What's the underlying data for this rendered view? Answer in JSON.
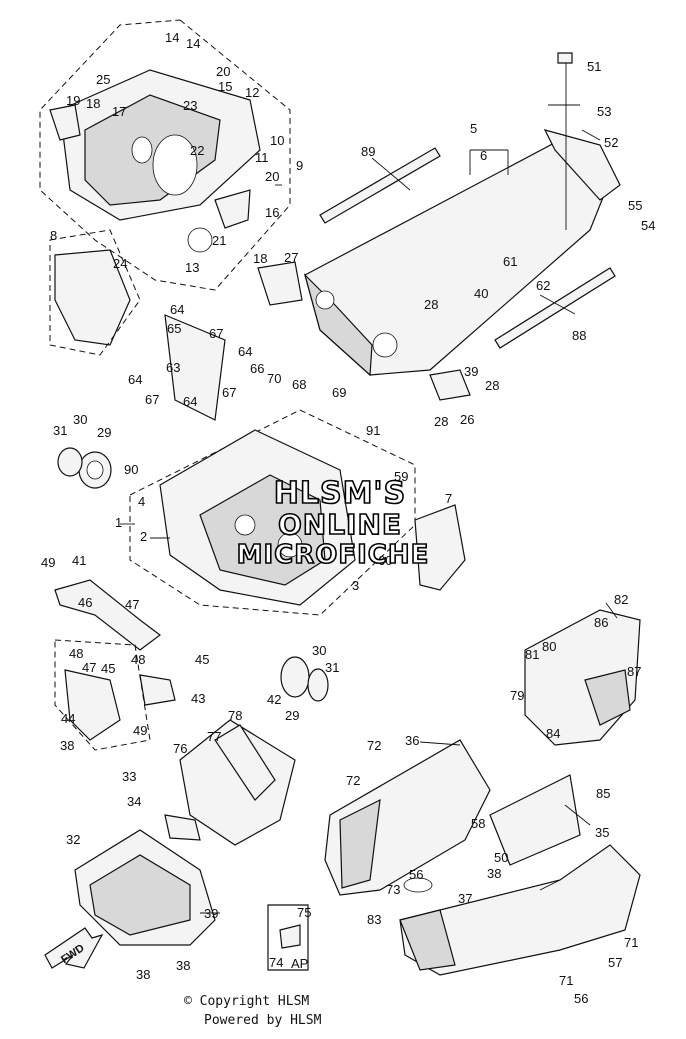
{
  "watermark": {
    "line1": "HLSM'S",
    "line2": "ONLINE",
    "line3": "MICROFICHE"
  },
  "footer": {
    "copyright": "© Copyright HLSM",
    "powered": "Powered by HLSM"
  },
  "direction_arrow": {
    "label": "FWD"
  },
  "ap_box": {
    "label": "AP"
  },
  "callouts": [
    {
      "n": "1"
    },
    {
      "n": "2"
    },
    {
      "n": "3"
    },
    {
      "n": "4"
    },
    {
      "n": "5"
    },
    {
      "n": "6"
    },
    {
      "n": "7"
    },
    {
      "n": "8"
    },
    {
      "n": "9"
    },
    {
      "n": "10"
    },
    {
      "n": "11"
    },
    {
      "n": "12"
    },
    {
      "n": "13"
    },
    {
      "n": "14"
    },
    {
      "n": "14"
    },
    {
      "n": "15"
    },
    {
      "n": "16"
    },
    {
      "n": "17"
    },
    {
      "n": "18"
    },
    {
      "n": "18"
    },
    {
      "n": "19"
    },
    {
      "n": "20"
    },
    {
      "n": "20"
    },
    {
      "n": "21"
    },
    {
      "n": "22"
    },
    {
      "n": "23"
    },
    {
      "n": "24"
    },
    {
      "n": "25"
    },
    {
      "n": "26"
    },
    {
      "n": "27"
    },
    {
      "n": "28"
    },
    {
      "n": "28"
    },
    {
      "n": "28"
    },
    {
      "n": "29"
    },
    {
      "n": "29"
    },
    {
      "n": "30"
    },
    {
      "n": "30"
    },
    {
      "n": "31"
    },
    {
      "n": "31"
    },
    {
      "n": "32"
    },
    {
      "n": "33"
    },
    {
      "n": "34"
    },
    {
      "n": "35"
    },
    {
      "n": "36"
    },
    {
      "n": "37"
    },
    {
      "n": "38"
    },
    {
      "n": "38"
    },
    {
      "n": "38"
    },
    {
      "n": "38"
    },
    {
      "n": "39"
    },
    {
      "n": "39"
    },
    {
      "n": "40"
    },
    {
      "n": "41"
    },
    {
      "n": "42"
    },
    {
      "n": "43"
    },
    {
      "n": "44"
    },
    {
      "n": "45"
    },
    {
      "n": "45"
    },
    {
      "n": "46"
    },
    {
      "n": "47"
    },
    {
      "n": "47"
    },
    {
      "n": "48"
    },
    {
      "n": "48"
    },
    {
      "n": "49"
    },
    {
      "n": "49"
    },
    {
      "n": "50"
    },
    {
      "n": "51"
    },
    {
      "n": "52"
    },
    {
      "n": "53"
    },
    {
      "n": "54"
    },
    {
      "n": "55"
    },
    {
      "n": "56"
    },
    {
      "n": "56"
    },
    {
      "n": "57"
    },
    {
      "n": "58"
    },
    {
      "n": "59"
    },
    {
      "n": "60"
    },
    {
      "n": "61"
    },
    {
      "n": "62"
    },
    {
      "n": "63"
    },
    {
      "n": "64"
    },
    {
      "n": "64"
    },
    {
      "n": "64"
    },
    {
      "n": "64"
    },
    {
      "n": "65"
    },
    {
      "n": "66"
    },
    {
      "n": "67"
    },
    {
      "n": "67"
    },
    {
      "n": "67"
    },
    {
      "n": "68"
    },
    {
      "n": "69"
    },
    {
      "n": "70"
    },
    {
      "n": "71"
    },
    {
      "n": "71"
    },
    {
      "n": "72"
    },
    {
      "n": "72"
    },
    {
      "n": "73"
    },
    {
      "n": "74"
    },
    {
      "n": "75"
    },
    {
      "n": "76"
    },
    {
      "n": "77"
    },
    {
      "n": "78"
    },
    {
      "n": "79"
    },
    {
      "n": "80"
    },
    {
      "n": "81"
    },
    {
      "n": "82"
    },
    {
      "n": "83"
    },
    {
      "n": "84"
    },
    {
      "n": "85"
    },
    {
      "n": "86"
    },
    {
      "n": "87"
    },
    {
      "n": "88"
    },
    {
      "n": "89"
    },
    {
      "n": "90"
    },
    {
      "n": "91"
    }
  ]
}
